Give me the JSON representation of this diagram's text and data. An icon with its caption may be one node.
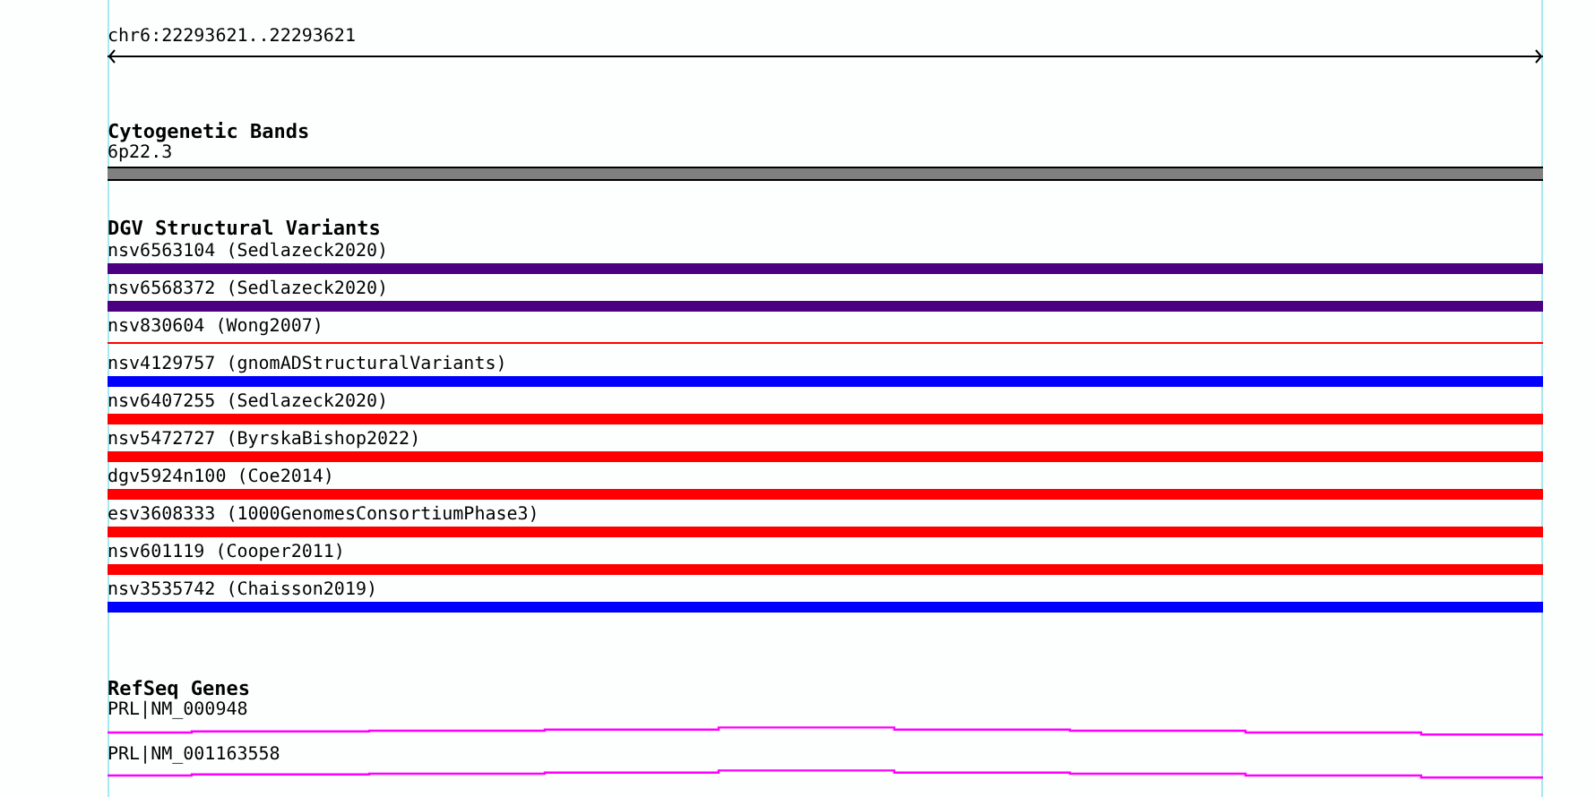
{
  "diagram": {
    "nodes": [
      {
        "text": [
          "6p22.3"
        ]
      },
      {
        "text": [
          "nsv6563104 (Sedlazeck2020)"
        ]
      },
      {
        "text": [
          "nsv6568372 (Sedlazeck2020)"
        ]
      },
      {
        "text": [
          "nsv830604 (Wong2007)"
        ]
      },
      {
        "text": [
          "nsv4129757 (gnomADStructuralVariants)"
        ]
      },
      {
        "text": [
          "nsv6407255 (Sedlazeck2020)"
        ]
      },
      {
        "text": [
          "nsv5472727 (ByrskaBishop2022)"
        ]
      },
      {
        "text": [
          "dgv5924n100 (Coe2014)"
        ]
      },
      {
        "text": [
          "esv3608333 (1000GenomesConsortiumPhase3)"
        ]
      },
      {
        "text": [
          "nsv601119 (Cooper2011)"
        ]
      },
      {
        "text": [
          "nsv3535742 (Chaisson2019)"
        ]
      },
      {
        "text": [
          "PRL|NM_000948"
        ]
      },
      {
        "text": [
          "PRL|NM_001163558"
        ]
      }
    ],
    "labels": [
      "chr6:22293621..22293621",
      "Cytogenetic Bands",
      "DGV Structural Variants",
      "RefSeq Genes"
    ]
  }
}
